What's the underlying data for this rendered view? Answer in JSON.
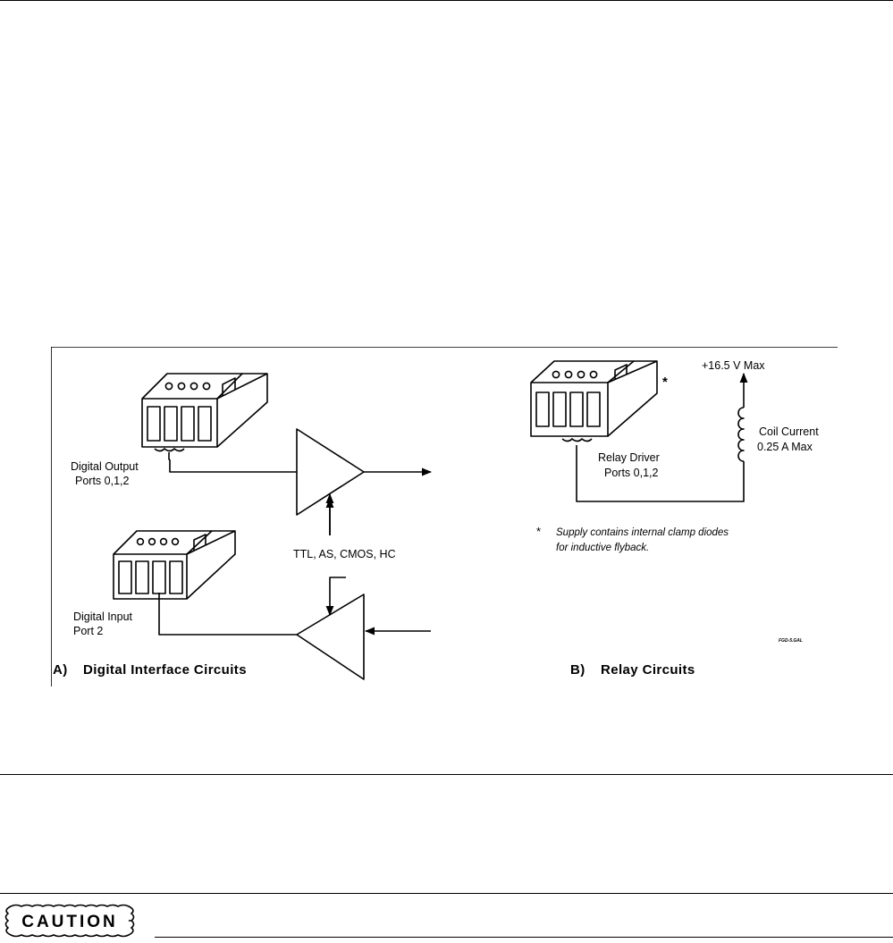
{
  "figure": {
    "digital_output_label_1": "Digital Output",
    "digital_output_label_2": "Ports 0,1,2",
    "digital_input_label_1": "Digital Input",
    "digital_input_label_2": "Port 2",
    "logic_families": "TTL, AS, CMOS, HC",
    "caption_a_letter": "A)",
    "caption_a_text": "Digital Interface Circuits",
    "supply_voltage": "+16.5 V Max",
    "coil_current_1": "Coil Current",
    "coil_current_2": "0.25 A Max",
    "relay_driver_1": "Relay Driver",
    "relay_driver_2": "Ports 0,1,2",
    "asterisk": "*",
    "footnote_1": "Supply contains internal clamp diodes",
    "footnote_2": "for inductive flyback.",
    "figure_code": "FGD-5.GAL",
    "caption_b_letter": "B)",
    "caption_b_text": "Relay Circuits"
  },
  "caution": {
    "label": "CAUTION"
  }
}
